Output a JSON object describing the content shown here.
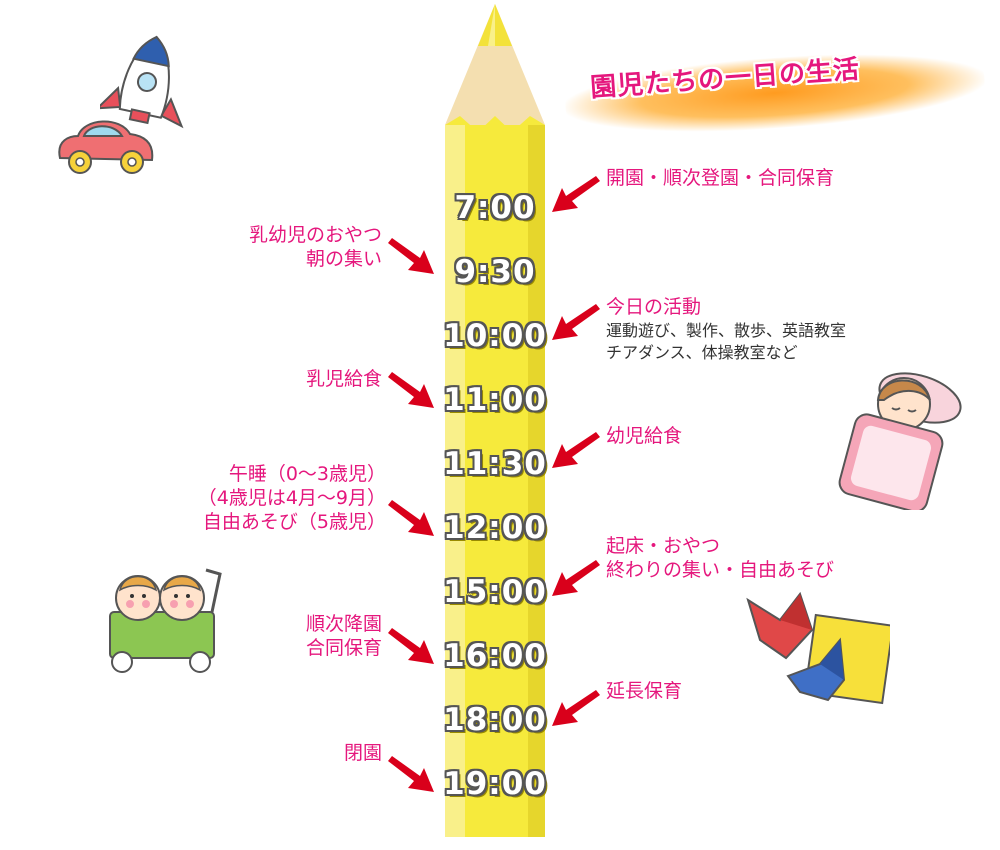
{
  "title": "園児たちの一日の生活",
  "times": [
    "7:00",
    "9:30",
    "10:00",
    "11:00",
    "11:30",
    "12:00",
    "15:00",
    "16:00",
    "18:00",
    "19:00"
  ],
  "left_labels": {
    "t930": [
      "乳幼児のおやつ",
      "朝の集い"
    ],
    "t1100": [
      "乳児給食"
    ],
    "t1200": [
      "午睡（0～3歳児）",
      "（4歳児は4月～9月）",
      "自由あそび（5歳児）"
    ],
    "t1600": [
      "順次降園",
      "合同保育"
    ],
    "t1900": [
      "閉園"
    ]
  },
  "right_labels": {
    "t700": [
      "開園・順次登園・合同保育"
    ],
    "t1000": [
      "今日の活動"
    ],
    "t1000_detail": [
      "運動遊び、製作、散歩、英語教室",
      "チアダンス、体操教室など"
    ],
    "t1130": [
      "幼児給食"
    ],
    "t1500": [
      "起床・おやつ",
      "終わりの集い・自由あそび"
    ],
    "t1800": [
      "延長保育"
    ]
  },
  "icons": [
    "rocket-icon",
    "car-icon",
    "sleeping-child-icon",
    "twins-wagon-icon",
    "origami-crane-icon"
  ],
  "colors": {
    "accent": "#e5177d",
    "arrow": "#d9001b",
    "pencil": "#f6ea3c",
    "title_glow": "#ff9c1a"
  }
}
